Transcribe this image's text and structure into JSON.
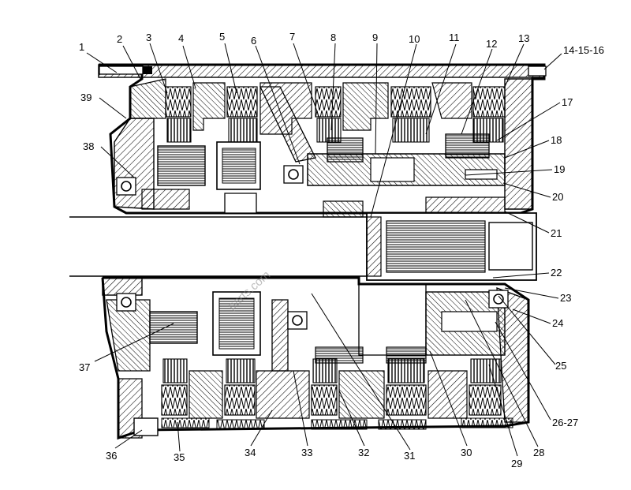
{
  "diagram": {
    "callouts": [
      "1",
      "2",
      "3",
      "4",
      "5",
      "6",
      "7",
      "8",
      "9",
      "10",
      "11",
      "12",
      "13",
      "14-15-16",
      "17",
      "18",
      "19",
      "20",
      "21",
      "22",
      "23",
      "24",
      "25",
      "26-27",
      "28",
      "29",
      "30",
      "31",
      "32",
      "33",
      "34",
      "35",
      "36",
      "37",
      "38",
      "39"
    ],
    "watermark": "parts.com"
  }
}
